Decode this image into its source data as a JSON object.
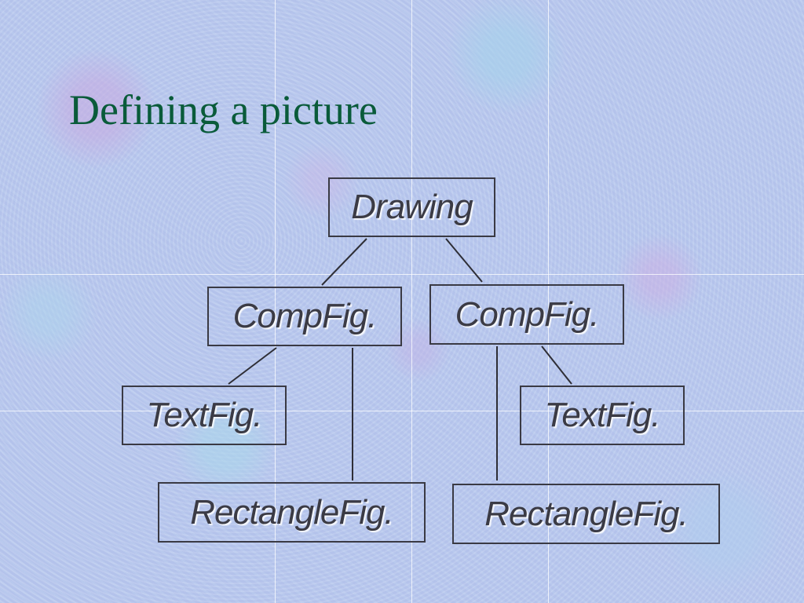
{
  "slide": {
    "title": "Defining a picture"
  },
  "diagram": {
    "nodes": [
      {
        "id": "drawing",
        "label": "Drawing"
      },
      {
        "id": "compfig_left",
        "label": "CompFig."
      },
      {
        "id": "compfig_right",
        "label": "CompFig."
      },
      {
        "id": "textfig_left",
        "label": "TextFig."
      },
      {
        "id": "rectanglefig_left",
        "label": "RectangleFig."
      },
      {
        "id": "textfig_right",
        "label": "TextFig."
      },
      {
        "id": "rectanglefig_right",
        "label": "RectangleFig."
      }
    ],
    "edges": [
      {
        "from": "drawing",
        "to": "compfig_left"
      },
      {
        "from": "drawing",
        "to": "compfig_right"
      },
      {
        "from": "compfig_left",
        "to": "textfig_left"
      },
      {
        "from": "compfig_left",
        "to": "rectanglefig_left"
      },
      {
        "from": "compfig_right",
        "to": "textfig_right"
      },
      {
        "from": "compfig_right",
        "to": "rectanglefig_right"
      }
    ]
  },
  "colors": {
    "title": "#0a5b3a",
    "node_text": "#3b3b45",
    "node_border": "#3a3a44",
    "background": "#b9c9ee"
  }
}
